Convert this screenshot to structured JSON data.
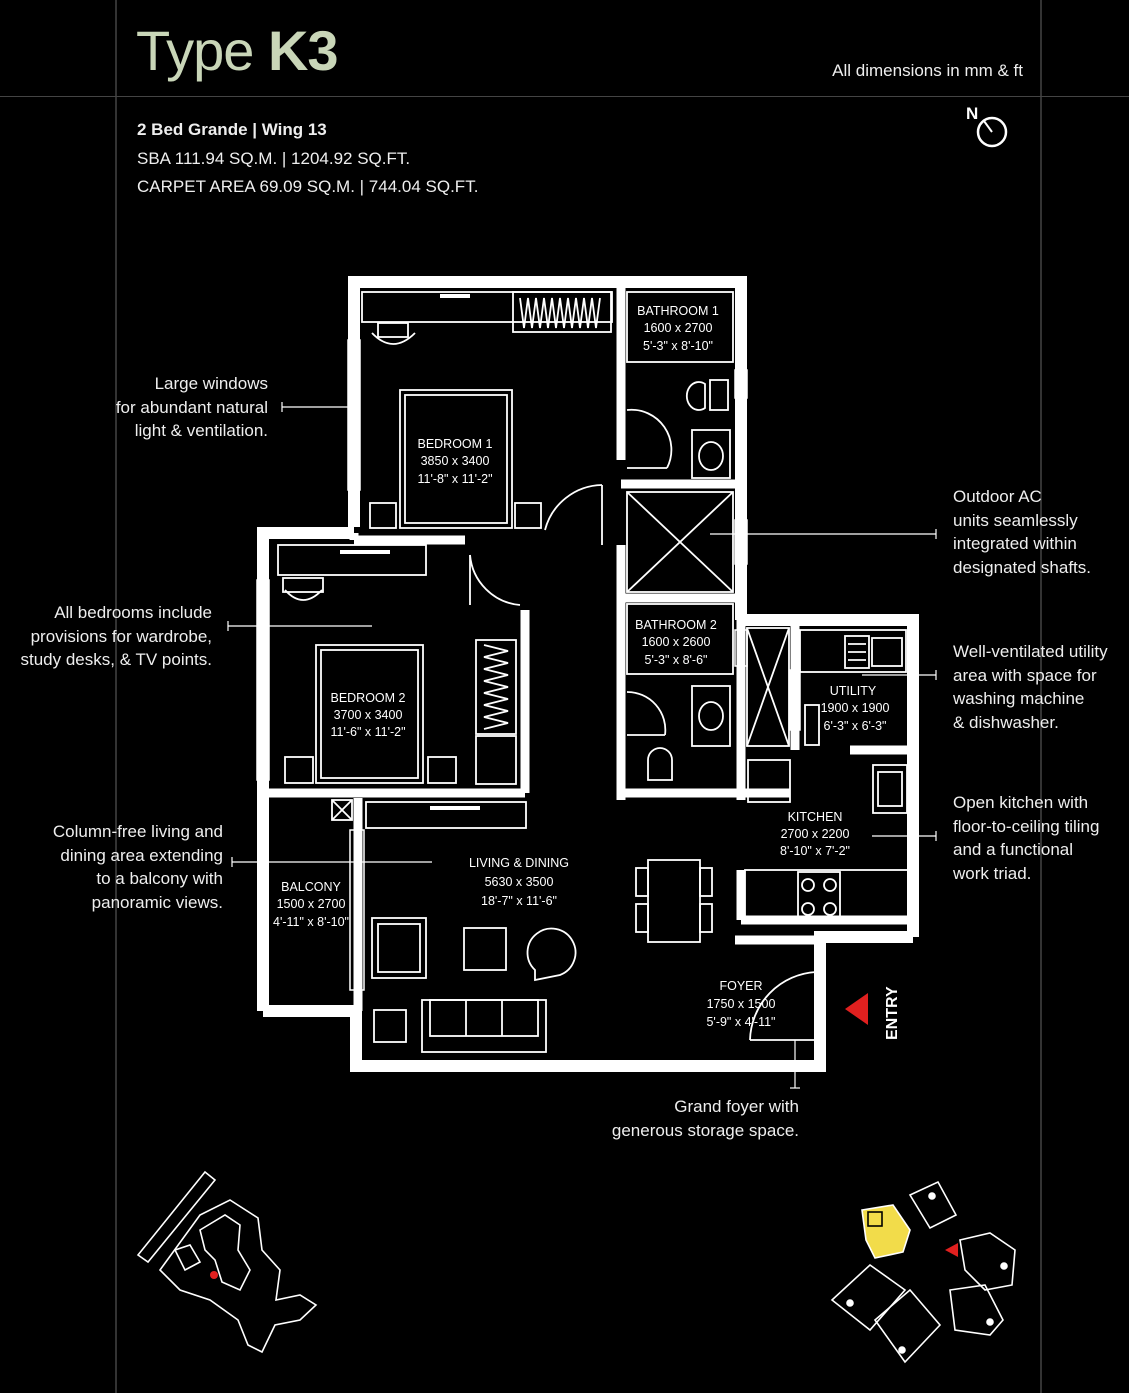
{
  "header": {
    "title_prefix": "Type ",
    "title_bold": "K3",
    "dimensions_note": "All dimensions in mm & ft",
    "north_label": "N"
  },
  "unit_info": {
    "line1": "2 Bed Grande | Wing 13",
    "line2": "SBA 111.94 SQ.M. | 1204.92 SQ.FT.",
    "line3": "CARPET AREA 69.09 SQ.M. | 744.04 SQ.FT."
  },
  "callouts": {
    "windows": "Large windows\nfor abundant natural\nlight & ventilation.",
    "bedrooms": "All bedrooms include\nprovisions for wardrobe,\nstudy desks, & TV points.",
    "living": "Column-free living and\ndining area extending\nto a balcony with\npanoramic views.",
    "outdoor_ac": "Outdoor AC\nunits seamlessly\nintegrated within\ndesignated shafts.",
    "utility": "Well-ventilated utility\narea with space for\nwashing machine\n& dishwasher.",
    "kitchen": "Open kitchen with\nfloor-to-ceiling tiling\nand a functional\nwork triad.",
    "foyer": "Grand foyer with\ngenerous storage space."
  },
  "rooms": {
    "bedroom1": {
      "name": "BEDROOM 1",
      "mm": "3850 x 3400",
      "ft": "11'-8\" x 11'-2\""
    },
    "bathroom1": {
      "name": "BATHROOM 1",
      "mm": "1600 x 2700",
      "ft": "5'-3\" x 8'-10\""
    },
    "bedroom2": {
      "name": "BEDROOM 2",
      "mm": "3700 x 3400",
      "ft": "11'-6\" x 11'-2\""
    },
    "bathroom2": {
      "name": "BATHROOM 2",
      "mm": "1600 x 2600",
      "ft": "5'-3\" x 8'-6\""
    },
    "utility": {
      "name": "UTILITY",
      "mm": "1900 x 1900",
      "ft": "6'-3\" x 6'-3\""
    },
    "kitchen": {
      "name": "KITCHEN",
      "mm": "2700 x 2200",
      "ft": "8'-10\" x 7'-2\""
    },
    "living": {
      "name": "LIVING & DINING",
      "mm": "5630 x 3500",
      "ft": "18'-7\" x 11'-6\""
    },
    "balcony": {
      "name": "BALCONY",
      "mm": "1500 x 2700",
      "ft": "4'-11\" x 8'-10\""
    },
    "foyer": {
      "name": "FOYER",
      "mm": "1750 x 1500",
      "ft": "5'-9\" x 4'-11\""
    }
  },
  "entry_label": "ENTRY",
  "colors": {
    "background": "#000000",
    "title": "#c9d6b8",
    "entry_arrow": "#e0201f",
    "key_highlight": "#f2dc4a"
  }
}
